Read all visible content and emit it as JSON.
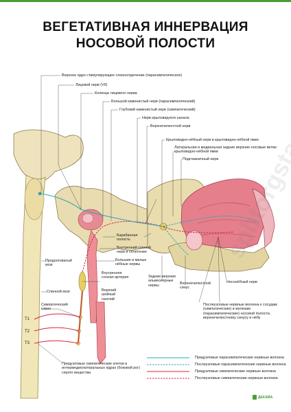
{
  "title_line1": "ВЕГЕТАТИВНАЯ ИННЕРВАЦИЯ",
  "title_line2": "НОСОВОЙ ПОЛОСТИ",
  "labels": {
    "upper_nucleus": "Верхнее ядро стимулирующее слюноотделение (парасимпатическое)",
    "facial_nerve": "Лицевой нерв (VII)",
    "facial_genu": "Коленце лицевого нерва",
    "greater_petrosal": "Большой каменистый нерв (парасимпатический)",
    "deep_petrosal": "Глубокий каменистый нерв (симпатический)",
    "pterygoid_canal_nerve": "Нерв крыловидного канала",
    "maxillary_nerve": "Верхнечелюстной нерв",
    "pterygopalatine_fossa_nerve": "Крыловидно-нёбный нерв в крыловидно-нёбной ямке",
    "lateral_medial_branches": "Латеральная и медиальная задние верхние носовые ветви крыловидно-нёбной ямки",
    "infraorbital_nerve": "Подглазничный нерв",
    "tympanic_cavity": "Барабанная полость",
    "internal_carotid_nerve": "Внутренний сонный нерв и сплетение",
    "palatine_nerves": "Большие и малые нёбные нервы",
    "medulla": "Продолговатый мозг",
    "internal_carotid_artery": "Внутренняя сонная артерия",
    "posterior_alveolar": "Задние верхние альвеолярные нервы",
    "maxillary_sinus": "Верхнечелюстной синус",
    "nasopalatine_nerve": "Носонёбный нерв",
    "superior_cervical_ganglion": "Верхний шейный ганглий",
    "spinal_cord": "Спинной мозг",
    "sympathetic_trunk": "Симпатический ствол",
    "t1": "T1",
    "t2": "T2",
    "t3": "T3",
    "postganglionic_fibers": "Послеузловые нервные волокна к сосудам (симпатические) и железам (парасимпатические) носовой полости, верхнечелюстному синусу и нёбу",
    "preganglionic_cells": "Предузловые симпатические клетки в интермедиолатеральных ядрах (боковой рог) серого вещества"
  },
  "legend": [
    {
      "text": "Предузловые парасимпатические нервные волокна",
      "color": "#2aa6b8",
      "style": "solid"
    },
    {
      "text": "Послеузловые парасимпатические нервные волокна",
      "color": "#2aa6b8",
      "style": "dashed"
    },
    {
      "text": "Предузловые симпатические нервные волокна",
      "color": "#d6243a",
      "style": "solid"
    },
    {
      "text": "Послеузловые симпатические нервные волокна",
      "color": "#d6243a",
      "style": "dashed"
    }
  ],
  "logo_text": "ДЕКАМА",
  "watermark_text": "spbtorgstandart.ru",
  "colors": {
    "accent_green": "#4a9d3a",
    "bone": "#e8dcb0",
    "tissue": "#e07a86",
    "parasympathetic": "#2aa6b8",
    "sympathetic": "#d6243a"
  }
}
